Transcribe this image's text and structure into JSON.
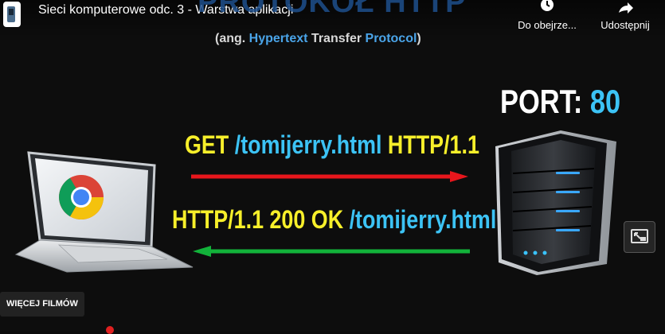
{
  "topbar": {
    "video_title": "Sieci komputerowe odc. 3 - Warstwa aplikacji",
    "channel_avatar_icon": "channel-avatar",
    "actions": [
      {
        "icon": "clock-icon",
        "label": "Do obejrze..."
      },
      {
        "icon": "share-icon",
        "label": "Udostępnij"
      }
    ]
  },
  "slide": {
    "title": "PROTOKÓŁ HTTP",
    "subtitle_parts": {
      "open": "(ang. ",
      "w1": "Hypertext",
      "w2": " Transfer ",
      "w3": "Protocol",
      "close": ")"
    },
    "port_label": "PORT: ",
    "port_value": "80",
    "request": {
      "method": "GET ",
      "path": "/tomijerry.html",
      "version": " HTTP/1.1"
    },
    "response": {
      "status": "HTTP/1.1 200 OK ",
      "path": "/tomijerry.html"
    }
  },
  "controls": {
    "more_videos_label": "WIĘCEJ FILMÓW",
    "pip_icon": "miniplayer-icon"
  },
  "colors": {
    "request_arrow": "#e8161c",
    "response_arrow": "#12b23a",
    "yellow_text": "#f7ef2a",
    "cyan_text": "#3cc3f5"
  }
}
